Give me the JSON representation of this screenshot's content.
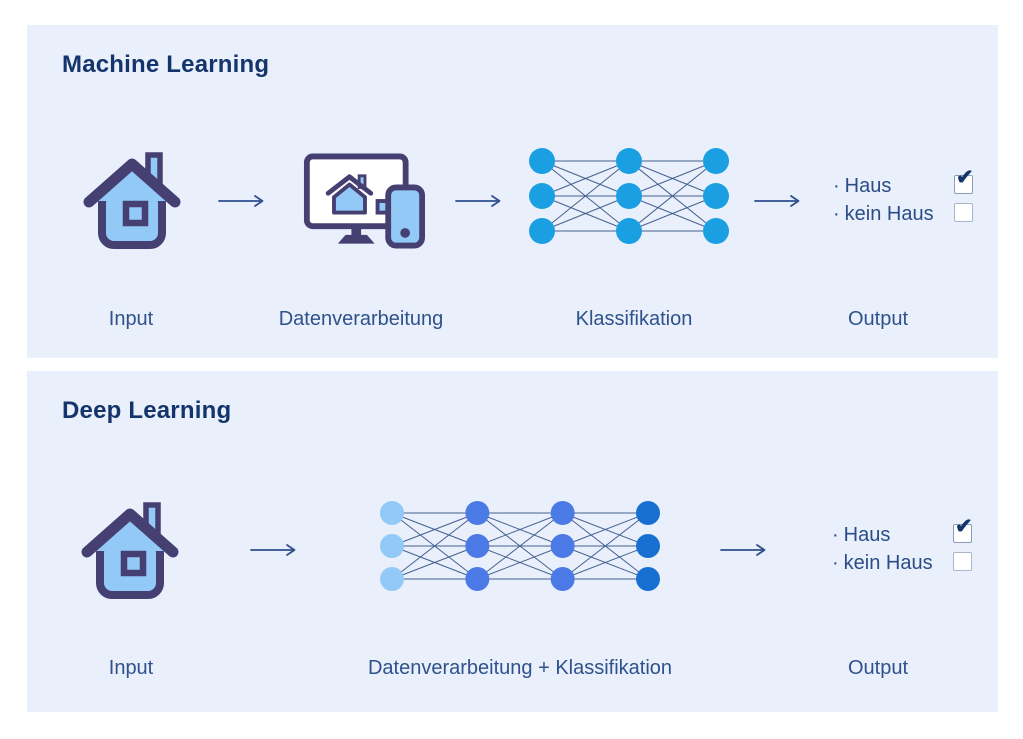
{
  "shared": {
    "bullet": "·",
    "check_glyph": "✔"
  },
  "colors": {
    "page_bg": "#ffffff",
    "panel_bg": "#e9effb",
    "title_text": "#14356b",
    "label_text": "#2f528c",
    "output_text": "#2a4d87",
    "icon_outline": "#453f72",
    "icon_fill": "#92c9f7",
    "network_line": "#44618f",
    "arrow": "#2f4f8f",
    "checkbox_border": "#aab6c9",
    "checkbox_checked_border": "#8d9cb5",
    "check_color": "#14356b",
    "ml_node": "#1aa0e2",
    "dl_node_light": "#92c9f7",
    "dl_node_mid": "#4b79e6",
    "dl_node_dark": "#176fd1"
  },
  "panels": [
    {
      "title": "Machine Learning",
      "network": {
        "columns": 3,
        "rows": 3,
        "radius": 13,
        "column_colors": [
          "#1aa0e2",
          "#1aa0e2",
          "#1aa0e2"
        ]
      },
      "output": {
        "items": [
          {
            "text": "Haus",
            "checked": true
          },
          {
            "text": "kein Haus",
            "checked": false
          }
        ]
      },
      "labels": {
        "input": "Input",
        "processing": "Datenverarbeitung",
        "classification": "Klassifikation",
        "output": "Output"
      }
    },
    {
      "title": "Deep Learning",
      "network": {
        "columns": 4,
        "rows": 3,
        "radius": 12,
        "column_colors": [
          "#92c9f7",
          "#4b79e6",
          "#4b79e6",
          "#176fd1"
        ]
      },
      "output": {
        "items": [
          {
            "text": "Haus",
            "checked": true
          },
          {
            "text": "kein Haus",
            "checked": false
          }
        ]
      },
      "labels": {
        "input": "Input",
        "processing_classification": "Datenverarbeitung + Klassifikation",
        "output": "Output"
      }
    }
  ]
}
